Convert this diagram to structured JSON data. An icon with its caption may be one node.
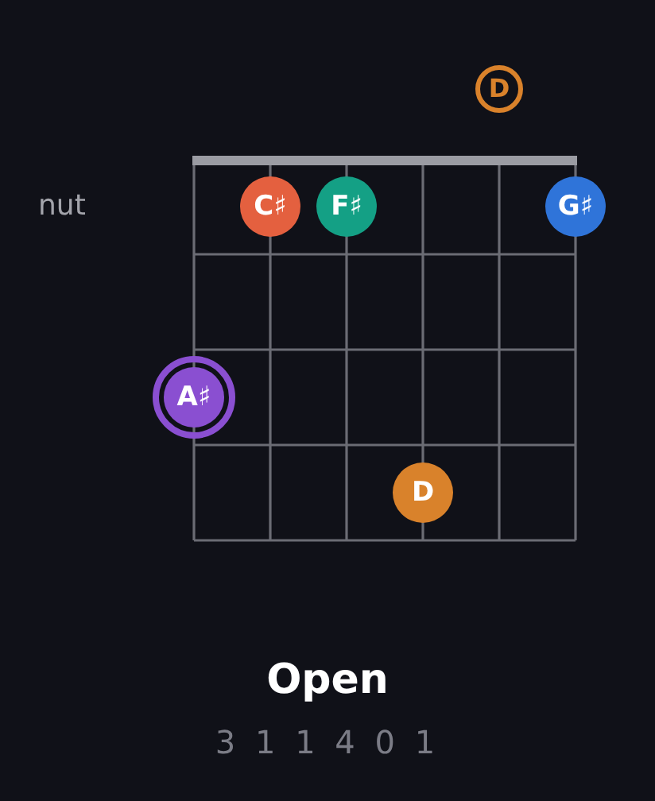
{
  "diagram": {
    "title": "Open",
    "nodes": [
      {
        "text": [
          "D"
        ]
      },
      {
        "text": [
          "C♯"
        ]
      },
      {
        "text": [
          "F♯"
        ]
      },
      {
        "text": [
          "G♯"
        ]
      },
      {
        "text": [
          "A♯"
        ]
      },
      {
        "text": [
          "D"
        ]
      }
    ],
    "labels": [
      "nut",
      "3 1 1 4 0 1"
    ]
  }
}
